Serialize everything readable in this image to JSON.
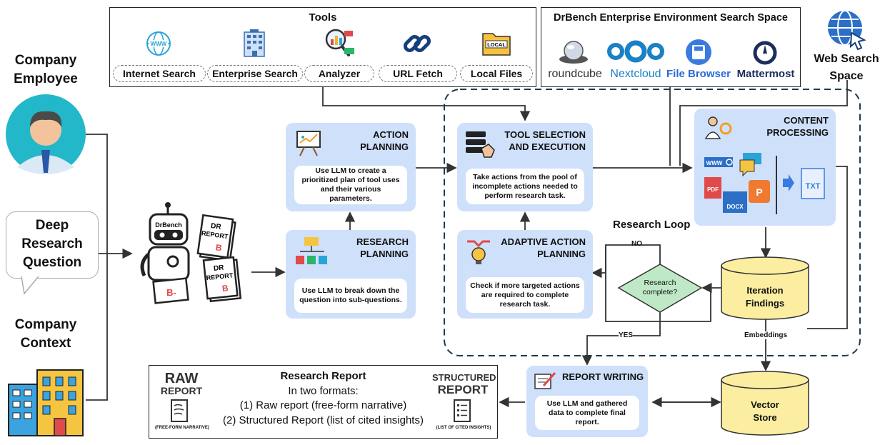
{
  "tools": {
    "title": "Tools",
    "items": [
      {
        "label": "Internet Search",
        "icon": "globe-www-icon"
      },
      {
        "label": "Enterprise Search",
        "icon": "building-icon"
      },
      {
        "label": "Analyzer",
        "icon": "magnifier-chart-icon"
      },
      {
        "label": "URL Fetch",
        "icon": "chain-link-icon"
      },
      {
        "label": "Local Files",
        "icon": "local-folder-icon"
      }
    ],
    "local_label": "LOCAL"
  },
  "enterprise": {
    "title": "DrBench Enterprise Environment Search Space",
    "brands": [
      "roundcube",
      "Nextcloud",
      "File Browser",
      "Mattermost"
    ]
  },
  "web_search": {
    "label_line1": "Web Search",
    "label_line2": "Space"
  },
  "left": {
    "employee_line1": "Company",
    "employee_line2": "Employee",
    "question_line1": "Deep",
    "question_line2": "Research",
    "question_line3": "Question",
    "context_line1": "Company",
    "context_line2": "Context"
  },
  "robot": {
    "badge": "DrBench",
    "report_text1": "DR",
    "report_text2": "REPORT",
    "grade_b": "B",
    "grade_bminus": "B-"
  },
  "stages": {
    "action_planning": {
      "title_line1": "ACTION",
      "title_line2": "PLANNING",
      "text": "Use LLM to create a prioritized plan of tool uses and their various parameters."
    },
    "research_planning": {
      "title_line1": "RESEARCH",
      "title_line2": "PLANNING",
      "text": "Use LLM to break down the question into sub-questions."
    },
    "tool_selection": {
      "title_line1": "TOOL SELECTION",
      "title_line2": "AND EXECUTION",
      "text": "Take actions from the pool of incomplete actions needed to perform research task."
    },
    "adaptive": {
      "title_line1": "ADAPTIVE ACTION",
      "title_line2": "PLANNING",
      "text": "Check if more targeted actions are required to complete research task."
    },
    "content": {
      "title_line1": "CONTENT",
      "title_line2": "PROCESSING",
      "file_labels": [
        "WWW",
        "PDF",
        "DOCX",
        "P",
        "TXT"
      ]
    },
    "report_writing": {
      "title": "REPORT WRITING",
      "text": "Use LLM and gathered data to complete final report."
    }
  },
  "loop": {
    "label": "Research Loop",
    "decision_line1": "Research",
    "decision_line2": "complete?",
    "no": "NO",
    "yes": "YES",
    "embeddings": "Embeddings"
  },
  "stores": {
    "iteration_line1": "Iteration",
    "iteration_line2": "Findings",
    "vector_line1": "Vector",
    "vector_line2": "Store"
  },
  "report": {
    "title": "Research Report",
    "subtitle": "In two formats:",
    "line1": "(1) Raw report (free-form narrative)",
    "line2": "(2) Structured Report (list of cited insights)",
    "raw_line1": "RAW",
    "raw_line2": "REPORT",
    "raw_caption": "(FREE-FORM NARRATIVE)",
    "struct_line1": "STRUCTURED",
    "struct_line2": "REPORT",
    "struct_caption": "(LIST OF CITED INSIGHTS)"
  },
  "colors": {
    "stage_bg": "#cfe0fb",
    "store_fill": "#fbeea1",
    "decision_fill": "#bfe9c6",
    "dash_border": "#1f3b4d"
  }
}
